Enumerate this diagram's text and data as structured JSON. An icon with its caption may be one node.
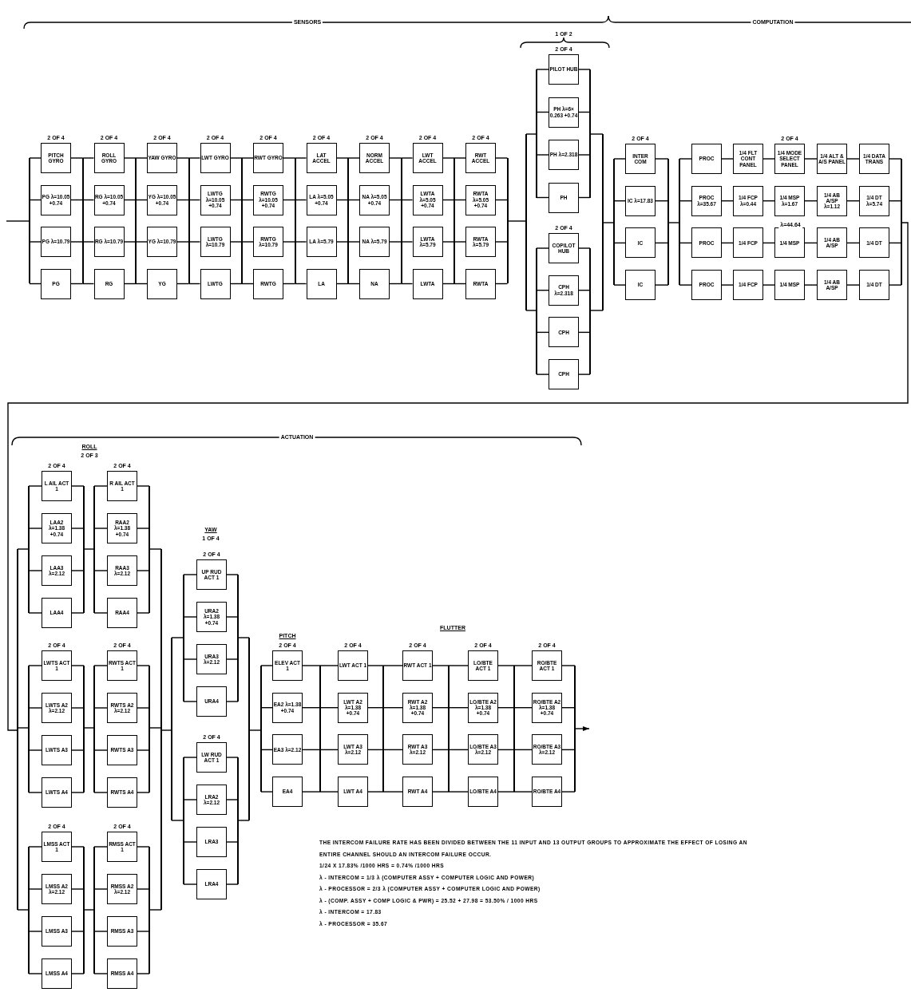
{
  "diagram": {
    "nodes": [
      {
        "text": [],
        "shape": "bar"
      },
      {
        "text": [
          "PITCH GYRO"
        ],
        "beside": [
          "2 OF 4"
        ]
      },
      {
        "text": [
          "PG λ=10.05 +0.74"
        ]
      },
      {
        "text": [
          "PG λ=10.79"
        ]
      },
      {
        "text": [
          "PG"
        ]
      },
      {
        "text": [],
        "shape": "bar"
      },
      {
        "text": [
          "ROLL GYRO"
        ],
        "beside": [
          "2 OF 4"
        ]
      },
      {
        "text": [
          "RG λ=10.05 +0.74"
        ]
      },
      {
        "text": [
          "RG λ=10.79"
        ]
      },
      {
        "text": [
          "RG"
        ]
      },
      {
        "text": [],
        "shape": "bar"
      },
      {
        "text": [
          "YAW GYRO"
        ],
        "beside": [
          "2 OF 4"
        ]
      },
      {
        "text": [
          "YG λ=10.05 +0.74"
        ]
      },
      {
        "text": [
          "YG λ=10.79"
        ]
      },
      {
        "text": [
          "YG"
        ]
      },
      {
        "text": [],
        "shape": "bar"
      },
      {
        "text": [
          "LWT GYRO"
        ],
        "beside": [
          "2 OF 4"
        ]
      },
      {
        "text": [
          "LWTG λ=10.05 +0.74"
        ]
      },
      {
        "text": [
          "LWTG λ=10.79"
        ]
      },
      {
        "text": [
          "LWTG"
        ]
      },
      {
        "text": [],
        "shape": "bar"
      },
      {
        "text": [
          "RWT GYRO"
        ],
        "beside": [
          "2 OF 4"
        ]
      },
      {
        "text": [
          "RWTG λ=10.05 +0.74"
        ]
      },
      {
        "text": [
          "RWTG λ=10.79"
        ]
      },
      {
        "text": [
          "RWTG"
        ]
      },
      {
        "text": [],
        "shape": "bar"
      },
      {
        "text": [
          "LAT ACCEL"
        ],
        "beside": [
          "2 OF 4"
        ]
      },
      {
        "text": [
          "LA λ=5.05 +0.74"
        ]
      },
      {
        "text": [
          "LA λ=5.79"
        ]
      },
      {
        "text": [
          "LA"
        ]
      },
      {
        "text": [],
        "shape": "bar"
      },
      {
        "text": [
          "NORM ACCEL"
        ],
        "beside": [
          "2 OF 4"
        ]
      },
      {
        "text": [
          "NA λ=5.05 +0.74"
        ]
      },
      {
        "text": [
          "NA λ=5.79"
        ]
      },
      {
        "text": [
          "NA"
        ]
      },
      {
        "text": [],
        "shape": "bar"
      },
      {
        "text": [
          "LWT ACCEL"
        ],
        "beside": [
          "2 OF 4"
        ]
      },
      {
        "text": [
          "LWTA λ=5.05 +0.74"
        ]
      },
      {
        "text": [
          "LWTA λ=5.79"
        ]
      },
      {
        "text": [
          "LWTA"
        ]
      },
      {
        "text": [],
        "shape": "bar"
      },
      {
        "text": [
          "RWT ACCEL"
        ],
        "beside": [
          "2 OF 4"
        ]
      },
      {
        "text": [
          "RWTA λ=5.05 +0.74"
        ]
      },
      {
        "text": [
          "RWTA λ=5.79"
        ]
      },
      {
        "text": [
          "RWTA"
        ]
      },
      {
        "text": [],
        "shape": "bar"
      },
      {
        "text": [],
        "shape": "bar"
      },
      {
        "text": [],
        "shape": "bar"
      },
      {
        "text": [
          "PILOT HUB"
        ],
        "beside": [
          "2 OF 4"
        ]
      },
      {
        "text": [
          "PH λ=6× 0.263 +0.74"
        ]
      },
      {
        "text": [
          "PH λ=2.318"
        ]
      },
      {
        "text": [
          "PH"
        ]
      },
      {
        "text": [],
        "shape": "bar"
      },
      {
        "text": [],
        "shape": "bar"
      },
      {
        "text": [
          "COPILOT HUB"
        ],
        "beside": [
          "2 OF 4"
        ]
      },
      {
        "text": [
          "CPH λ=2.318"
        ]
      },
      {
        "text": [
          "CPH"
        ]
      },
      {
        "text": [
          "CPH"
        ]
      },
      {
        "text": [],
        "shape": "bar"
      },
      {
        "text": [],
        "shape": "bar"
      },
      {
        "text": [],
        "shape": "bar"
      },
      {
        "text": [
          "INTER COM"
        ],
        "beside": [
          "2 OF 4"
        ]
      },
      {
        "text": [
          "IC λ=17.83"
        ]
      },
      {
        "text": [
          "IC"
        ]
      },
      {
        "text": [
          "IC"
        ]
      },
      {
        "text": [],
        "shape": "bar"
      },
      {
        "text": [],
        "shape": "bar"
      },
      {
        "text": [
          "PROC"
        ]
      },
      {
        "text": [
          "1/4 FLT CONT PANEL"
        ]
      },
      {
        "text": [
          "1/4 MODE SELECT PANEL"
        ],
        "beside": [
          "2 OF 4"
        ]
      },
      {
        "text": [
          "1/4 ALT & A/S PANEL"
        ]
      },
      {
        "text": [
          "1/4 DATA TRANS"
        ]
      },
      {
        "text": [
          "PROC λ=35.67"
        ]
      },
      {
        "text": [
          "1/4 FCP λ=0.44"
        ]
      },
      {
        "text": [
          "1/4 MSP λ=1.67"
        ]
      },
      {
        "text": [
          "1/4 AB A/SP λ=1.12"
        ]
      },
      {
        "text": [
          "1/4 DT λ=5.74"
        ]
      },
      {
        "text": [
          "PROC"
        ]
      },
      {
        "text": [
          "1/4 FCP"
        ]
      },
      {
        "text": [
          "1/4 MSP"
        ]
      },
      {
        "text": [
          "1/4 AB A/SP"
        ]
      },
      {
        "text": [
          "1/4 DT"
        ]
      },
      {
        "text": [
          "PROC"
        ]
      },
      {
        "text": [
          "1/4 FCP"
        ]
      },
      {
        "text": [
          "1/4 MSP"
        ]
      },
      {
        "text": [
          "1/4 AB A/SP"
        ]
      },
      {
        "text": [
          "1/4 DT"
        ]
      },
      {
        "text": [],
        "shape": "bar"
      },
      {
        "text": [],
        "shape": "bar"
      },
      {
        "text": [],
        "shape": "bar"
      },
      {
        "text": [
          "L AIL ACT 1"
        ],
        "beside": [
          "2 OF 4"
        ]
      },
      {
        "text": [
          "LAA2 λ=1.38 +0.74"
        ]
      },
      {
        "text": [
          "LAA3 λ=2.12"
        ]
      },
      {
        "text": [
          "LAA4"
        ]
      },
      {
        "text": [],
        "shape": "bar"
      },
      {
        "text": [],
        "shape": "bar"
      },
      {
        "text": [
          "R AIL ACT 1"
        ],
        "beside": [
          "2 OF 4"
        ]
      },
      {
        "text": [
          "RAA2 λ=1.38 +0.74"
        ]
      },
      {
        "text": [
          "RAA3 λ=2.12"
        ]
      },
      {
        "text": [
          "RAA4"
        ]
      },
      {
        "text": [],
        "shape": "bar"
      },
      {
        "text": [],
        "shape": "bar"
      },
      {
        "text": [
          "LWTS ACT 1"
        ],
        "beside": [
          "2 OF 4"
        ]
      },
      {
        "text": [
          "LWTS A2 λ=2.12"
        ]
      },
      {
        "text": [
          "LWTS A3"
        ]
      },
      {
        "text": [
          "LWTS A4"
        ]
      },
      {
        "text": [],
        "shape": "bar"
      },
      {
        "text": [],
        "shape": "bar"
      },
      {
        "text": [
          "RWTS ACT 1"
        ],
        "beside": [
          "2 OF 4"
        ]
      },
      {
        "text": [
          "RWTS A2 λ=2.12"
        ]
      },
      {
        "text": [
          "RWTS A3"
        ]
      },
      {
        "text": [
          "RWTS A4"
        ]
      },
      {
        "text": [],
        "shape": "bar"
      },
      {
        "text": [],
        "shape": "bar"
      },
      {
        "text": [
          "LMSS ACT 1"
        ],
        "beside": [
          "2 OF 4"
        ]
      },
      {
        "text": [
          "LMSS A2 λ=2.12"
        ]
      },
      {
        "text": [
          "LMSS A3"
        ]
      },
      {
        "text": [
          "LMSS A4"
        ]
      },
      {
        "text": [],
        "shape": "bar"
      },
      {
        "text": [],
        "shape": "bar"
      },
      {
        "text": [
          "RMSS ACT 1"
        ],
        "beside": [
          "2 OF 4"
        ]
      },
      {
        "text": [
          "RMSS A2 λ=2.12"
        ]
      },
      {
        "text": [
          "RMSS A3"
        ]
      },
      {
        "text": [
          "RMSS A4"
        ]
      },
      {
        "text": [],
        "shape": "bar"
      },
      {
        "text": [],
        "shape": "bar"
      },
      {
        "text": [],
        "shape": "bar"
      },
      {
        "text": [],
        "shape": "bar"
      },
      {
        "text": [
          "UP RUD ACT 1"
        ],
        "beside": [
          "2 OF 4"
        ]
      },
      {
        "text": [
          "URA2 λ=1.38 +0.74"
        ]
      },
      {
        "text": [
          "URA3 λ=2.12"
        ]
      },
      {
        "text": [
          "URA4"
        ]
      },
      {
        "text": [],
        "shape": "bar"
      },
      {
        "text": [],
        "shape": "bar"
      },
      {
        "text": [
          "LW RUD ACT 1"
        ],
        "beside": [
          "2 OF 4"
        ]
      },
      {
        "text": [
          "LRA2 λ=2.12"
        ]
      },
      {
        "text": [
          "LRA3"
        ]
      },
      {
        "text": [
          "LRA4"
        ]
      },
      {
        "text": [],
        "shape": "bar"
      },
      {
        "text": [],
        "shape": "bar"
      },
      {
        "text": [],
        "shape": "bar"
      },
      {
        "text": [
          "ELEV ACT 1"
        ],
        "beside": [
          "2 OF 4"
        ]
      },
      {
        "text": [
          "EA2 λ=1.38 +0.74"
        ]
      },
      {
        "text": [
          "EA3 λ=2.12"
        ]
      },
      {
        "text": [
          "EA4"
        ]
      },
      {
        "text": [],
        "shape": "bar"
      },
      {
        "text": [
          "LWT ACT 1"
        ],
        "beside": [
          "2 OF 4"
        ]
      },
      {
        "text": [
          "LWT A2 λ=1.38 +0.74"
        ]
      },
      {
        "text": [
          "LWT A3 λ=2.12"
        ]
      },
      {
        "text": [
          "LWT A4"
        ]
      },
      {
        "text": [],
        "shape": "bar"
      },
      {
        "text": [
          "RWT ACT 1"
        ],
        "beside": [
          "2 OF 4"
        ]
      },
      {
        "text": [
          "RWT A2 λ=1.38 +0.74"
        ]
      },
      {
        "text": [
          "RWT A3 λ=2.12"
        ]
      },
      {
        "text": [
          "RWT A4"
        ]
      },
      {
        "text": [],
        "shape": "bar"
      },
      {
        "text": [
          "LO/BTE ACT 1"
        ],
        "beside": [
          "2 OF 4"
        ]
      },
      {
        "text": [
          "LO/BTE A2 λ=1.38 +0.74"
        ]
      },
      {
        "text": [
          "LO/BTE A3 λ=2.12"
        ]
      },
      {
        "text": [
          "LO/BTE A4"
        ]
      },
      {
        "text": [],
        "shape": "bar"
      },
      {
        "text": [
          "RO/BTE ACT 1"
        ],
        "beside": [
          "2 OF 4"
        ]
      },
      {
        "text": [
          "RO/BTE A2 λ=1.38 +0.74"
        ]
      },
      {
        "text": [
          "RO/BTE A3 λ=2.12"
        ]
      },
      {
        "text": [
          "RO/BTE A4"
        ]
      },
      {
        "text": [],
        "shape": "bar"
      }
    ],
    "edges": [
      {
        "from": null,
        "to": 0,
        "arrow": "none"
      },
      {
        "from": 0,
        "to": 1,
        "arrow": "none"
      },
      {
        "from": 1,
        "to": 5,
        "arrow": "none"
      },
      {
        "from": 0,
        "to": 2,
        "arrow": "none"
      },
      {
        "from": 2,
        "to": 5,
        "arrow": "none"
      },
      {
        "from": 0,
        "to": 3,
        "arrow": "none"
      },
      {
        "from": 3,
        "to": 5,
        "arrow": "none"
      },
      {
        "from": 0,
        "to": 4,
        "arrow": "none"
      },
      {
        "from": 4,
        "to": 5,
        "arrow": "none"
      },
      {
        "from": 5,
        "to": 6,
        "arrow": "none"
      },
      {
        "from": 6,
        "to": 10,
        "arrow": "none"
      },
      {
        "from": 5,
        "to": 7,
        "arrow": "none"
      },
      {
        "from": 7,
        "to": 10,
        "arrow": "none"
      },
      {
        "from": 5,
        "to": 8,
        "arrow": "none"
      },
      {
        "from": 8,
        "to": 10,
        "arrow": "none"
      },
      {
        "from": 5,
        "to": 9,
        "arrow": "none"
      },
      {
        "from": 9,
        "to": 10,
        "arrow": "none"
      },
      {
        "from": 10,
        "to": 11,
        "arrow": "none"
      },
      {
        "from": 11,
        "to": 15,
        "arrow": "none"
      },
      {
        "from": 10,
        "to": 12,
        "arrow": "none"
      },
      {
        "from": 12,
        "to": 15,
        "arrow": "none"
      },
      {
        "from": 10,
        "to": 13,
        "arrow": "none"
      },
      {
        "from": 13,
        "to": 15,
        "arrow": "none"
      },
      {
        "from": 10,
        "to": 14,
        "arrow": "none"
      },
      {
        "from": 14,
        "to": 15,
        "arrow": "none"
      },
      {
        "from": 15,
        "to": 16,
        "arrow": "none"
      },
      {
        "from": 16,
        "to": 20,
        "arrow": "none"
      },
      {
        "from": 15,
        "to": 17,
        "arrow": "none"
      },
      {
        "from": 17,
        "to": 20,
        "arrow": "none"
      },
      {
        "from": 15,
        "to": 18,
        "arrow": "none"
      },
      {
        "from": 18,
        "to": 20,
        "arrow": "none"
      },
      {
        "from": 15,
        "to": 19,
        "arrow": "none"
      },
      {
        "from": 19,
        "to": 20,
        "arrow": "none"
      },
      {
        "from": 20,
        "to": 21,
        "arrow": "none"
      },
      {
        "from": 21,
        "to": 25,
        "arrow": "none"
      },
      {
        "from": 20,
        "to": 22,
        "arrow": "none"
      },
      {
        "from": 22,
        "to": 25,
        "arrow": "none"
      },
      {
        "from": 20,
        "to": 23,
        "arrow": "none"
      },
      {
        "from": 23,
        "to": 25,
        "arrow": "none"
      },
      {
        "from": 20,
        "to": 24,
        "arrow": "none"
      },
      {
        "from": 24,
        "to": 25,
        "arrow": "none"
      },
      {
        "from": 25,
        "to": 26,
        "arrow": "none"
      },
      {
        "from": 26,
        "to": 30,
        "arrow": "none"
      },
      {
        "from": 25,
        "to": 27,
        "arrow": "none"
      },
      {
        "from": 27,
        "to": 30,
        "arrow": "none"
      },
      {
        "from": 25,
        "to": 28,
        "arrow": "none"
      },
      {
        "from": 28,
        "to": 30,
        "arrow": "none"
      },
      {
        "from": 25,
        "to": 29,
        "arrow": "none"
      },
      {
        "from": 29,
        "to": 30,
        "arrow": "none"
      },
      {
        "from": 30,
        "to": 31,
        "arrow": "none"
      },
      {
        "from": 31,
        "to": 35,
        "arrow": "none"
      },
      {
        "from": 30,
        "to": 32,
        "arrow": "none"
      },
      {
        "from": 32,
        "to": 35,
        "arrow": "none"
      },
      {
        "from": 30,
        "to": 33,
        "arrow": "none"
      },
      {
        "from": 33,
        "to": 35,
        "arrow": "none"
      },
      {
        "from": 30,
        "to": 34,
        "arrow": "none"
      },
      {
        "from": 34,
        "to": 35,
        "arrow": "none"
      },
      {
        "from": 35,
        "to": 36,
        "arrow": "none"
      },
      {
        "from": 36,
        "to": 40,
        "arrow": "none"
      },
      {
        "from": 35,
        "to": 37,
        "arrow": "none"
      },
      {
        "from": 37,
        "to": 40,
        "arrow": "none"
      },
      {
        "from": 35,
        "to": 38,
        "arrow": "none"
      },
      {
        "from": 38,
        "to": 40,
        "arrow": "none"
      },
      {
        "from": 35,
        "to": 39,
        "arrow": "none"
      },
      {
        "from": 39,
        "to": 40,
        "arrow": "none"
      },
      {
        "from": 40,
        "to": 41,
        "arrow": "none"
      },
      {
        "from": 41,
        "to": 45,
        "arrow": "none"
      },
      {
        "from": 40,
        "to": 42,
        "arrow": "none"
      },
      {
        "from": 42,
        "to": 45,
        "arrow": "none"
      },
      {
        "from": 40,
        "to": 43,
        "arrow": "none"
      },
      {
        "from": 43,
        "to": 45,
        "arrow": "none"
      },
      {
        "from": 40,
        "to": 44,
        "arrow": "none"
      },
      {
        "from": 44,
        "to": 45,
        "arrow": "none"
      },
      {
        "from": 45,
        "to": 46,
        "arrow": "none"
      },
      {
        "from": 46,
        "to": 47,
        "arrow": "none"
      },
      {
        "from": 46,
        "to": 53,
        "arrow": "none"
      },
      {
        "from": 47,
        "to": 48,
        "arrow": "none"
      },
      {
        "from": 48,
        "to": 52,
        "arrow": "none"
      },
      {
        "from": 47,
        "to": 49,
        "arrow": "none"
      },
      {
        "from": 49,
        "to": 52,
        "arrow": "none"
      },
      {
        "from": 47,
        "to": 50,
        "arrow": "none"
      },
      {
        "from": 50,
        "to": 52,
        "arrow": "none"
      },
      {
        "from": 47,
        "to": 51,
        "arrow": "none"
      },
      {
        "from": 51,
        "to": 52,
        "arrow": "none"
      },
      {
        "from": 53,
        "to": 54,
        "arrow": "none"
      },
      {
        "from": 54,
        "to": 58,
        "arrow": "none"
      },
      {
        "from": 53,
        "to": 55,
        "arrow": "none"
      },
      {
        "from": 55,
        "to": 58,
        "arrow": "none"
      },
      {
        "from": 53,
        "to": 56,
        "arrow": "none"
      },
      {
        "from": 56,
        "to": 58,
        "arrow": "none"
      },
      {
        "from": 53,
        "to": 57,
        "arrow": "none"
      },
      {
        "from": 57,
        "to": 58,
        "arrow": "none"
      },
      {
        "from": 52,
        "to": 59,
        "arrow": "none"
      },
      {
        "from": 58,
        "to": 59,
        "arrow": "none"
      },
      {
        "from": 59,
        "to": 60,
        "arrow": "none"
      },
      {
        "from": 60,
        "to": 61,
        "arrow": "none"
      },
      {
        "from": 61,
        "to": 65,
        "arrow": "none"
      },
      {
        "from": 60,
        "to": 62,
        "arrow": "none"
      },
      {
        "from": 62,
        "to": 65,
        "arrow": "none"
      },
      {
        "from": 60,
        "to": 63,
        "arrow": "none"
      },
      {
        "from": 63,
        "to": 65,
        "arrow": "none"
      },
      {
        "from": 60,
        "to": 64,
        "arrow": "none"
      },
      {
        "from": 64,
        "to": 65,
        "arrow": "none"
      },
      {
        "from": 65,
        "to": 66,
        "arrow": "none"
      },
      {
        "from": 66,
        "to": 67,
        "arrow": "none"
      },
      {
        "from": 67,
        "to": 68,
        "arrow": "none"
      },
      {
        "from": 68,
        "to": 69,
        "arrow": "none"
      },
      {
        "from": 69,
        "to": 70,
        "arrow": "none"
      },
      {
        "from": 70,
        "to": 71,
        "arrow": "none"
      },
      {
        "from": 71,
        "to": 87,
        "arrow": "none"
      },
      {
        "from": 66,
        "to": 72,
        "arrow": "none"
      },
      {
        "from": 72,
        "to": 73,
        "arrow": "none"
      },
      {
        "from": 73,
        "to": 74,
        "arrow": "none"
      },
      {
        "from": 74,
        "to": 75,
        "arrow": "none"
      },
      {
        "from": 75,
        "to": 76,
        "arrow": "none"
      },
      {
        "from": 76,
        "to": 87,
        "arrow": "none"
      },
      {
        "from": 66,
        "to": 77,
        "arrow": "none"
      },
      {
        "from": 77,
        "to": 78,
        "arrow": "none"
      },
      {
        "from": 78,
        "to": 79,
        "arrow": "none"
      },
      {
        "from": 79,
        "to": 80,
        "arrow": "none"
      },
      {
        "from": 80,
        "to": 81,
        "arrow": "none"
      },
      {
        "from": 81,
        "to": 87,
        "arrow": "none"
      },
      {
        "from": 66,
        "to": 82,
        "arrow": "none"
      },
      {
        "from": 82,
        "to": 83,
        "arrow": "none"
      },
      {
        "from": 83,
        "to": 84,
        "arrow": "none"
      },
      {
        "from": 84,
        "to": 85,
        "arrow": "none"
      },
      {
        "from": 85,
        "to": 86,
        "arrow": "none"
      },
      {
        "from": 86,
        "to": 87,
        "arrow": "none"
      },
      {
        "from": 87,
        "to": 88,
        "arrow": "none"
      },
      {
        "from": 88,
        "to": 89,
        "arrow": "none"
      },
      {
        "from": 89,
        "to": 90,
        "arrow": "none"
      },
      {
        "from": 90,
        "to": 94,
        "arrow": "none"
      },
      {
        "from": 89,
        "to": 91,
        "arrow": "none"
      },
      {
        "from": 91,
        "to": 94,
        "arrow": "none"
      },
      {
        "from": 89,
        "to": 92,
        "arrow": "none"
      },
      {
        "from": 92,
        "to": 94,
        "arrow": "none"
      },
      {
        "from": 89,
        "to": 93,
        "arrow": "none"
      },
      {
        "from": 93,
        "to": 94,
        "arrow": "none"
      },
      {
        "from": 94,
        "to": 95,
        "arrow": "none"
      },
      {
        "from": 95,
        "to": 96,
        "arrow": "none"
      },
      {
        "from": 96,
        "to": 100,
        "arrow": "none"
      },
      {
        "from": 95,
        "to": 97,
        "arrow": "none"
      },
      {
        "from": 97,
        "to": 100,
        "arrow": "none"
      },
      {
        "from": 95,
        "to": 98,
        "arrow": "none"
      },
      {
        "from": 98,
        "to": 100,
        "arrow": "none"
      },
      {
        "from": 95,
        "to": 99,
        "arrow": "none"
      },
      {
        "from": 99,
        "to": 100,
        "arrow": "none"
      },
      {
        "from": 100,
        "to": 125,
        "arrow": "none"
      },
      {
        "from": 88,
        "to": 101,
        "arrow": "none"
      },
      {
        "from": 101,
        "to": 102,
        "arrow": "none"
      },
      {
        "from": 102,
        "to": 106,
        "arrow": "none"
      },
      {
        "from": 101,
        "to": 103,
        "arrow": "none"
      },
      {
        "from": 103,
        "to": 106,
        "arrow": "none"
      },
      {
        "from": 101,
        "to": 104,
        "arrow": "none"
      },
      {
        "from": 104,
        "to": 106,
        "arrow": "none"
      },
      {
        "from": 101,
        "to": 105,
        "arrow": "none"
      },
      {
        "from": 105,
        "to": 106,
        "arrow": "none"
      },
      {
        "from": 106,
        "to": 107,
        "arrow": "none"
      },
      {
        "from": 107,
        "to": 108,
        "arrow": "none"
      },
      {
        "from": 108,
        "to": 112,
        "arrow": "none"
      },
      {
        "from": 107,
        "to": 109,
        "arrow": "none"
      },
      {
        "from": 109,
        "to": 112,
        "arrow": "none"
      },
      {
        "from": 107,
        "to": 110,
        "arrow": "none"
      },
      {
        "from": 110,
        "to": 112,
        "arrow": "none"
      },
      {
        "from": 107,
        "to": 111,
        "arrow": "none"
      },
      {
        "from": 111,
        "to": 112,
        "arrow": "none"
      },
      {
        "from": 112,
        "to": 125,
        "arrow": "none"
      },
      {
        "from": 88,
        "to": 113,
        "arrow": "none"
      },
      {
        "from": 113,
        "to": 114,
        "arrow": "none"
      },
      {
        "from": 114,
        "to": 118,
        "arrow": "none"
      },
      {
        "from": 113,
        "to": 115,
        "arrow": "none"
      },
      {
        "from": 115,
        "to": 118,
        "arrow": "none"
      },
      {
        "from": 113,
        "to": 116,
        "arrow": "none"
      },
      {
        "from": 116,
        "to": 118,
        "arrow": "none"
      },
      {
        "from": 113,
        "to": 117,
        "arrow": "none"
      },
      {
        "from": 117,
        "to": 118,
        "arrow": "none"
      },
      {
        "from": 118,
        "to": 119,
        "arrow": "none"
      },
      {
        "from": 119,
        "to": 120,
        "arrow": "none"
      },
      {
        "from": 120,
        "to": 124,
        "arrow": "none"
      },
      {
        "from": 119,
        "to": 121,
        "arrow": "none"
      },
      {
        "from": 121,
        "to": 124,
        "arrow": "none"
      },
      {
        "from": 119,
        "to": 122,
        "arrow": "none"
      },
      {
        "from": 122,
        "to": 124,
        "arrow": "none"
      },
      {
        "from": 119,
        "to": 123,
        "arrow": "none"
      },
      {
        "from": 123,
        "to": 124,
        "arrow": "none"
      },
      {
        "from": 124,
        "to": 125,
        "arrow": "none"
      },
      {
        "from": 125,
        "to": 126,
        "arrow": "none"
      },
      {
        "from": 126,
        "to": 127,
        "arrow": "none"
      },
      {
        "from": 127,
        "to": 128,
        "arrow": "none"
      },
      {
        "from": 128,
        "to": 132,
        "arrow": "none"
      },
      {
        "from": 127,
        "to": 129,
        "arrow": "none"
      },
      {
        "from": 129,
        "to": 132,
        "arrow": "none"
      },
      {
        "from": 127,
        "to": 130,
        "arrow": "none"
      },
      {
        "from": 130,
        "to": 132,
        "arrow": "none"
      },
      {
        "from": 127,
        "to": 131,
        "arrow": "none"
      },
      {
        "from": 131,
        "to": 132,
        "arrow": "none"
      },
      {
        "from": 132,
        "to": 139,
        "arrow": "none"
      },
      {
        "from": 126,
        "to": 133,
        "arrow": "none"
      },
      {
        "from": 133,
        "to": 134,
        "arrow": "none"
      },
      {
        "from": 134,
        "to": 138,
        "arrow": "none"
      },
      {
        "from": 133,
        "to": 135,
        "arrow": "none"
      },
      {
        "from": 135,
        "to": 138,
        "arrow": "none"
      },
      {
        "from": 133,
        "to": 136,
        "arrow": "none"
      },
      {
        "from": 136,
        "to": 138,
        "arrow": "none"
      },
      {
        "from": 133,
        "to": 137,
        "arrow": "none"
      },
      {
        "from": 137,
        "to": 138,
        "arrow": "none"
      },
      {
        "from": 138,
        "to": 139,
        "arrow": "none"
      },
      {
        "from": 139,
        "to": 140,
        "arrow": "none"
      },
      {
        "from": 140,
        "to": 141,
        "arrow": "none"
      },
      {
        "from": 141,
        "to": 145,
        "arrow": "none"
      },
      {
        "from": 140,
        "to": 142,
        "arrow": "none"
      },
      {
        "from": 142,
        "to": 145,
        "arrow": "none"
      },
      {
        "from": 140,
        "to": 143,
        "arrow": "none"
      },
      {
        "from": 143,
        "to": 145,
        "arrow": "none"
      },
      {
        "from": 140,
        "to": 144,
        "arrow": "none"
      },
      {
        "from": 144,
        "to": 145,
        "arrow": "none"
      },
      {
        "from": 145,
        "to": 146,
        "arrow": "none"
      },
      {
        "from": 146,
        "to": 150,
        "arrow": "none"
      },
      {
        "from": 145,
        "to": 147,
        "arrow": "none"
      },
      {
        "from": 147,
        "to": 150,
        "arrow": "none"
      },
      {
        "from": 145,
        "to": 148,
        "arrow": "none"
      },
      {
        "from": 148,
        "to": 150,
        "arrow": "none"
      },
      {
        "from": 145,
        "to": 149,
        "arrow": "none"
      },
      {
        "from": 149,
        "to": 150,
        "arrow": "none"
      },
      {
        "from": 150,
        "to": 151,
        "arrow": "none"
      },
      {
        "from": 151,
        "to": 155,
        "arrow": "none"
      },
      {
        "from": 150,
        "to": 152,
        "arrow": "none"
      },
      {
        "from": 152,
        "to": 155,
        "arrow": "none"
      },
      {
        "from": 150,
        "to": 153,
        "arrow": "none"
      },
      {
        "from": 153,
        "to": 155,
        "arrow": "none"
      },
      {
        "from": 150,
        "to": 154,
        "arrow": "none"
      },
      {
        "from": 154,
        "to": 155,
        "arrow": "none"
      },
      {
        "from": 155,
        "to": 156,
        "arrow": "none"
      },
      {
        "from": 156,
        "to": 160,
        "arrow": "none"
      },
      {
        "from": 155,
        "to": 157,
        "arrow": "none"
      },
      {
        "from": 157,
        "to": 160,
        "arrow": "none"
      },
      {
        "from": 155,
        "to": 158,
        "arrow": "none"
      },
      {
        "from": 158,
        "to": 160,
        "arrow": "none"
      },
      {
        "from": 155,
        "to": 159,
        "arrow": "none"
      },
      {
        "from": 159,
        "to": 160,
        "arrow": "none"
      },
      {
        "from": 160,
        "to": 161,
        "arrow": "none"
      },
      {
        "from": 161,
        "to": 165,
        "arrow": "none"
      },
      {
        "from": 160,
        "to": 162,
        "arrow": "none"
      },
      {
        "from": 162,
        "to": 165,
        "arrow": "none"
      },
      {
        "from": 160,
        "to": 163,
        "arrow": "none"
      },
      {
        "from": 163,
        "to": 165,
        "arrow": "none"
      },
      {
        "from": 160,
        "to": 164,
        "arrow": "none"
      },
      {
        "from": 164,
        "to": 165,
        "arrow": "none"
      },
      {
        "from": 165,
        "to": null,
        "arrow": "to"
      }
    ],
    "labels": [
      "SENSORS",
      "COMPUTATION",
      "1 OF 2",
      "λ=44.64",
      "ACTUATION",
      "ROLL",
      "2 OF 3",
      "YAW",
      "1 OF 4",
      "PITCH",
      "FLUTTER",
      "THE INTERCOM FAILURE RATE HAS BEEN DIVIDED BETWEEN THE 11 INPUT AND 13 OUTPUT GROUPS TO APPROXIMATE THE EFFECT OF LOSING AN ENTIRE CHANNEL SHOULD AN INTERCOM FAILURE OCCUR.",
      "1/24 X 17.83% /1000 HRS = 0.74% /1000 HRS",
      "λ - INTERCOM = 1/3 λ (COMPUTER ASSY + COMPUTER LOGIC AND POWER)",
      "λ - PROCESSOR = 2/3 λ (COMPUTER ASSY + COMPUTER LOGIC AND POWER)",
      "λ - (COMP. ASSY + COMP LOGIC & PWR) = 25.52 + 27.98 = 53.50% / 1000 HRS",
      "λ - INTERCOM = 17.83",
      "λ - PROCESSOR = 35.67"
    ]
  }
}
